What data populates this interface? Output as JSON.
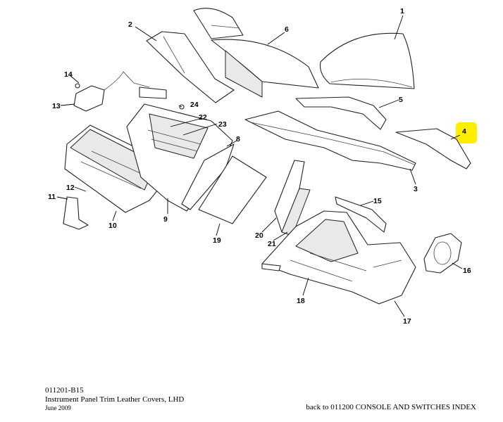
{
  "diagram": {
    "callouts": [
      "1",
      "2",
      "3",
      "4",
      "5",
      "6",
      "8",
      "9",
      "10",
      "11",
      "12",
      "13",
      "14",
      "15",
      "16",
      "17",
      "18",
      "19",
      "20",
      "21",
      "22",
      "23",
      "24"
    ],
    "highlight_color": "#ffee00"
  },
  "footer": {
    "code": "011201-B15",
    "title": "Instrument Panel Trim Leather Covers, LHD",
    "date": "June 2009",
    "back_link": "back to 011200 CONSOLE AND SWITCHES INDEX"
  }
}
